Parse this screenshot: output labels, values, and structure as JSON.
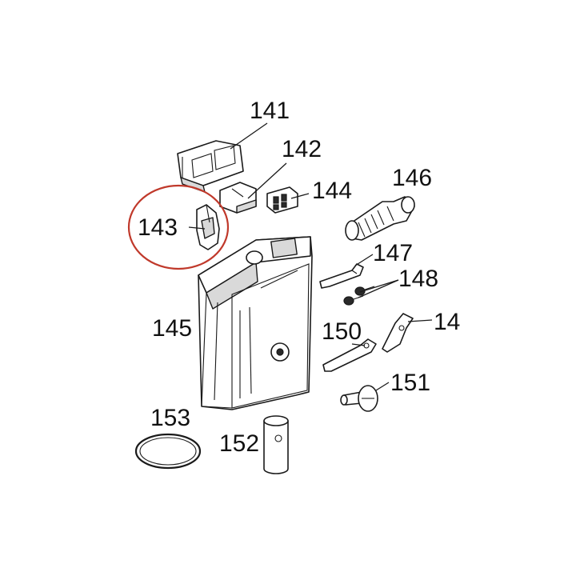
{
  "parts": [
    {
      "id": "p141",
      "label": "141"
    },
    {
      "id": "p142",
      "label": "142"
    },
    {
      "id": "p143",
      "label": "143"
    },
    {
      "id": "p144",
      "label": "144"
    },
    {
      "id": "p145",
      "label": "145"
    },
    {
      "id": "p146",
      "label": "146"
    },
    {
      "id": "p147",
      "label": "147"
    },
    {
      "id": "p148",
      "label": "148"
    },
    {
      "id": "p14",
      "label": "14"
    },
    {
      "id": "p150",
      "label": "150"
    },
    {
      "id": "p151",
      "label": "151"
    },
    {
      "id": "p152",
      "label": "152"
    },
    {
      "id": "p153",
      "label": "153"
    }
  ],
  "highlighted_part": "143",
  "colors": {
    "highlight": "#c0392b",
    "line": "#1a1a1a"
  }
}
